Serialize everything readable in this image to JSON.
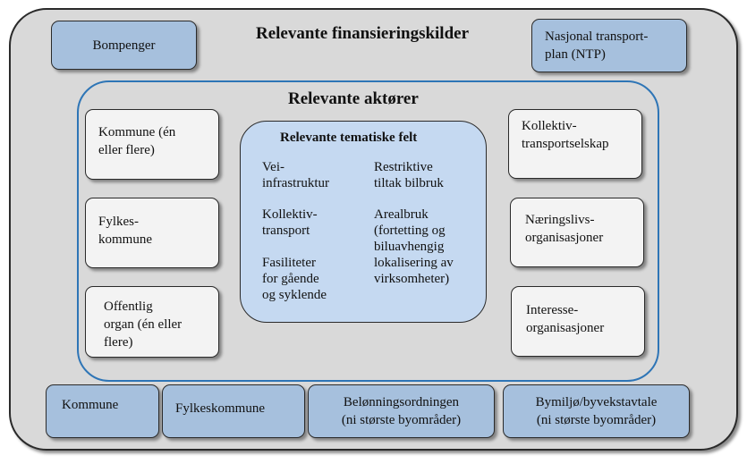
{
  "titles": {
    "financing": "Relevante finansieringskilder",
    "actors": "Relevante aktører",
    "themes": "Relevante tematiske felt"
  },
  "financing_top": {
    "bompenger": "Bompenger",
    "ntp": "Nasjonal transport-\nplan (NTP)"
  },
  "actors_left": [
    "Kommune (én\neller flere)",
    "Fylkes-\nkommune",
    "Offentlig\norgan (én eller\nflere)"
  ],
  "actors_right": [
    "Kollektiv-\ntransportselskap",
    "Næringslivs-\norganisasjoner",
    "Interesse-\norganisasjoner"
  ],
  "themes": {
    "left": [
      "Vei-\ninfrastruktur",
      "Kollektiv-\ntransport",
      "Fasiliteter\nfor gående\nog syklende"
    ],
    "right": [
      "Restriktive\ntiltak bilbruk",
      "Arealbruk\n(fortetting og\nbiluavhengig\nlokalisering av\nvirksomheter)"
    ]
  },
  "financing_bottom": [
    "Kommune",
    "Fylkeskommune",
    "Belønningsordningen\n(ni største byområder)",
    "Bymiljø/byvekstavtale\n(ni største byområder)"
  ]
}
